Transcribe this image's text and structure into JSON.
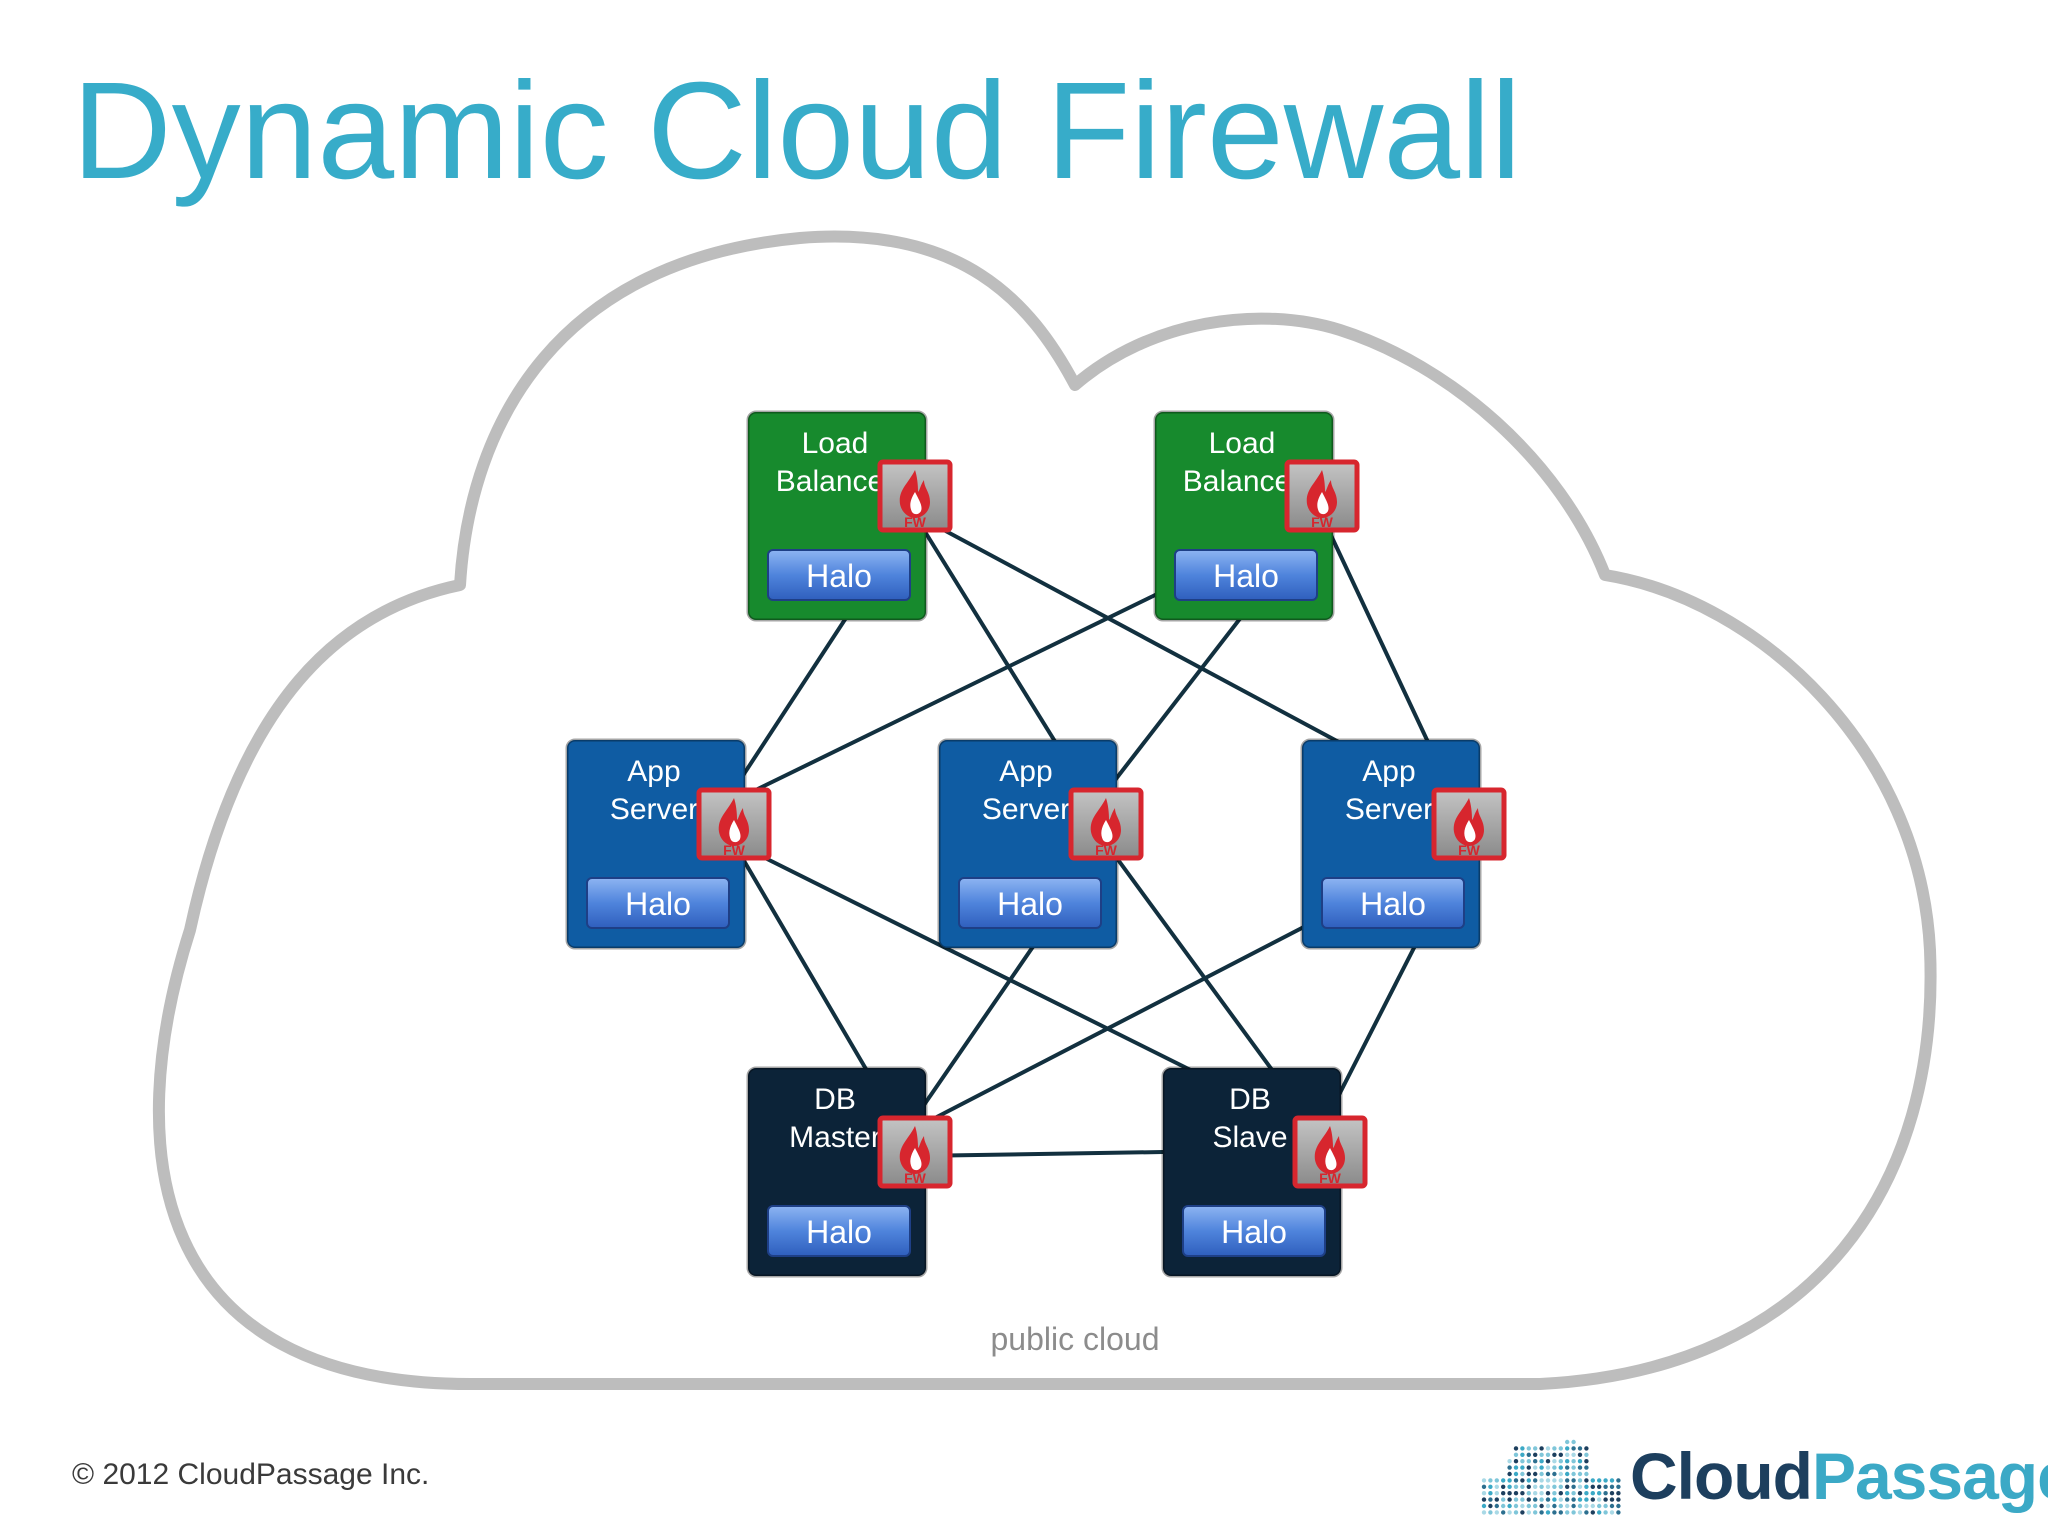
{
  "title": "Dynamic Cloud Firewall",
  "cloud_label": "public cloud",
  "copyright": "© 2012 CloudPassage Inc.",
  "brand": {
    "part1": "Cloud",
    "part2": "Passage"
  },
  "colors": {
    "title": "#37acc9",
    "load_balancer": "#178a2d",
    "app_server": "#0f5ca3",
    "db": "#0c2338",
    "halo_button": "#4a7fd8",
    "firewall": "#d7262e",
    "link": "#12303f",
    "cloud_outline": "#bdbdbd"
  },
  "halo_label": "Halo",
  "fw_label": "FW",
  "nodes": [
    {
      "id": "lb1",
      "kind": "load_balancer",
      "line1": "Load",
      "line2": "Balancer"
    },
    {
      "id": "lb2",
      "kind": "load_balancer",
      "line1": "Load",
      "line2": "Balancer"
    },
    {
      "id": "app1",
      "kind": "app_server",
      "line1": "App",
      "line2": "Server"
    },
    {
      "id": "app2",
      "kind": "app_server",
      "line1": "App",
      "line2": "Server"
    },
    {
      "id": "app3",
      "kind": "app_server",
      "line1": "App",
      "line2": "Server"
    },
    {
      "id": "dbm",
      "kind": "db",
      "line1": "DB",
      "line2": "Master"
    },
    {
      "id": "dbs",
      "kind": "db",
      "line1": "DB",
      "line2": "Slave"
    }
  ],
  "links": [
    [
      "lb1",
      "app1"
    ],
    [
      "lb1",
      "app2"
    ],
    [
      "lb1",
      "app3"
    ],
    [
      "lb2",
      "app1"
    ],
    [
      "lb2",
      "app2"
    ],
    [
      "lb2",
      "app3"
    ],
    [
      "app1",
      "dbm"
    ],
    [
      "app1",
      "dbs"
    ],
    [
      "app2",
      "dbm"
    ],
    [
      "app2",
      "dbs"
    ],
    [
      "app3",
      "dbm"
    ],
    [
      "app3",
      "dbs"
    ],
    [
      "dbm",
      "dbs"
    ]
  ]
}
